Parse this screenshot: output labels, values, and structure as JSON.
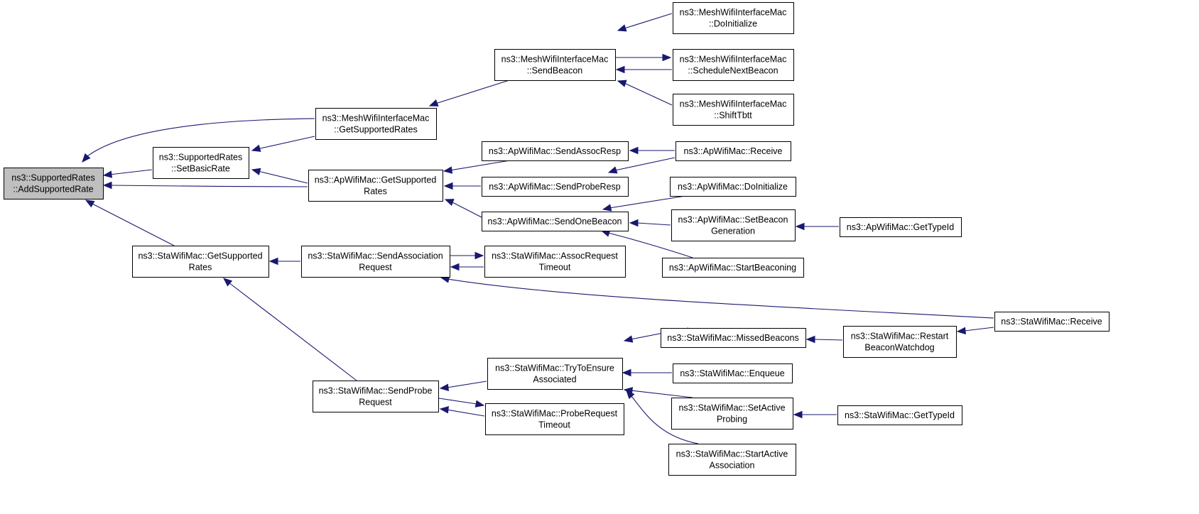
{
  "nodes": [
    {
      "id": "n0",
      "name": "node-supportedrates-addsupportedrate",
      "root": true,
      "lines": [
        "ns3::SupportedRates",
        "::AddSupportedRate"
      ]
    },
    {
      "id": "n1",
      "name": "node-supportedrates-setbasicrate",
      "lines": [
        "ns3::SupportedRates",
        "::SetBasicRate"
      ]
    },
    {
      "id": "n2",
      "name": "node-meshwifiinterfacemac-getsupportedrates",
      "lines": [
        "ns3::MeshWifiInterfaceMac",
        "::GetSupportedRates"
      ]
    },
    {
      "id": "n3",
      "name": "node-apwifimac-getsupportedrates",
      "lines": [
        "ns3::ApWifiMac::GetSupported",
        "Rates"
      ]
    },
    {
      "id": "n4",
      "name": "node-stawifimac-getsupportedrates",
      "lines": [
        "ns3::StaWifiMac::GetSupported",
        "Rates"
      ]
    },
    {
      "id": "n5",
      "name": "node-meshwifiinterfacemac-sendbeacon",
      "lines": [
        "ns3::MeshWifiInterfaceMac",
        "::SendBeacon"
      ]
    },
    {
      "id": "n6",
      "name": "node-meshwifiinterfacemac-doinitialize",
      "lines": [
        "ns3::MeshWifiInterfaceMac",
        "::DoInitialize"
      ]
    },
    {
      "id": "n7",
      "name": "node-meshwifiinterfacemac-schedulenextbeacon",
      "lines": [
        "ns3::MeshWifiInterfaceMac",
        "::ScheduleNextBeacon"
      ]
    },
    {
      "id": "n8",
      "name": "node-meshwifiinterfacemac-shifttbtt",
      "lines": [
        "ns3::MeshWifiInterfaceMac",
        "::ShiftTbtt"
      ]
    },
    {
      "id": "n9",
      "name": "node-apwifimac-sendassocresp",
      "lines": [
        "ns3::ApWifiMac::SendAssocResp"
      ]
    },
    {
      "id": "n10",
      "name": "node-apwifimac-sendproberesp",
      "lines": [
        "ns3::ApWifiMac::SendProbeResp"
      ]
    },
    {
      "id": "n11",
      "name": "node-apwifimac-sendonebeacon",
      "lines": [
        "ns3::ApWifiMac::SendOneBeacon"
      ]
    },
    {
      "id": "n12",
      "name": "node-apwifimac-receive",
      "lines": [
        "ns3::ApWifiMac::Receive"
      ]
    },
    {
      "id": "n13",
      "name": "node-apwifimac-doinitialize",
      "lines": [
        "ns3::ApWifiMac::DoInitialize"
      ]
    },
    {
      "id": "n14",
      "name": "node-apwifimac-setbeacongeneration",
      "lines": [
        "ns3::ApWifiMac::SetBeacon",
        "Generation"
      ]
    },
    {
      "id": "n15",
      "name": "node-apwifimac-startbeaconing",
      "lines": [
        "ns3::ApWifiMac::StartBeaconing"
      ]
    },
    {
      "id": "n16",
      "name": "node-apwifimac-gettypeid",
      "lines": [
        "ns3::ApWifiMac::GetTypeId"
      ]
    },
    {
      "id": "n17",
      "name": "node-stawifimac-sendassociationrequest",
      "lines": [
        "ns3::StaWifiMac::SendAssociation",
        "Request"
      ]
    },
    {
      "id": "n18",
      "name": "node-stawifimac-assocrequesttimeout",
      "lines": [
        "ns3::StaWifiMac::AssocRequest",
        "Timeout"
      ]
    },
    {
      "id": "n19",
      "name": "node-stawifimac-receive",
      "lines": [
        "ns3::StaWifiMac::Receive"
      ]
    },
    {
      "id": "n20",
      "name": "node-stawifimac-sendproberequest",
      "lines": [
        "ns3::StaWifiMac::SendProbe",
        "Request"
      ]
    },
    {
      "id": "n21",
      "name": "node-stawifimac-trytoensureassociated",
      "lines": [
        "ns3::StaWifiMac::TryToEnsure",
        "Associated"
      ]
    },
    {
      "id": "n22",
      "name": "node-stawifimac-proberequesttimeout",
      "lines": [
        "ns3::StaWifiMac::ProbeRequest",
        "Timeout"
      ]
    },
    {
      "id": "n23",
      "name": "node-stawifimac-missedbeacons",
      "lines": [
        "ns3::StaWifiMac::MissedBeacons"
      ]
    },
    {
      "id": "n24",
      "name": "node-stawifimac-restartbeaconwatchdog",
      "lines": [
        "ns3::StaWifiMac::Restart",
        "BeaconWatchdog"
      ]
    },
    {
      "id": "n25",
      "name": "node-stawifimac-enqueue",
      "lines": [
        "ns3::StaWifiMac::Enqueue"
      ]
    },
    {
      "id": "n26",
      "name": "node-stawifimac-setactiveprobing",
      "lines": [
        "ns3::StaWifiMac::SetActive",
        "Probing"
      ]
    },
    {
      "id": "n27",
      "name": "node-stawifimac-gettypeid",
      "lines": [
        "ns3::StaWifiMac::GetTypeId"
      ]
    },
    {
      "id": "n28",
      "name": "node-stawifimac-startactiveassociation",
      "lines": [
        "ns3::StaWifiMac::StartActive",
        "Association"
      ]
    }
  ],
  "edges": [
    {
      "from": "n2",
      "to": "n0"
    },
    {
      "from": "n1",
      "to": "n0"
    },
    {
      "from": "n3",
      "to": "n0"
    },
    {
      "from": "n4",
      "to": "n0"
    },
    {
      "from": "n2",
      "to": "n1"
    },
    {
      "from": "n3",
      "to": "n1"
    },
    {
      "from": "n5",
      "to": "n2"
    },
    {
      "from": "n6",
      "to": "n5"
    },
    {
      "from": "n5",
      "to": "n7"
    },
    {
      "from": "n7",
      "to": "n5"
    },
    {
      "from": "n8",
      "to": "n5"
    },
    {
      "from": "n9",
      "to": "n3"
    },
    {
      "from": "n10",
      "to": "n3"
    },
    {
      "from": "n11",
      "to": "n3"
    },
    {
      "from": "n12",
      "to": "n9"
    },
    {
      "from": "n12",
      "to": "n10"
    },
    {
      "from": "n13",
      "to": "n11"
    },
    {
      "from": "n14",
      "to": "n11"
    },
    {
      "from": "n15",
      "to": "n11"
    },
    {
      "from": "n16",
      "to": "n14"
    },
    {
      "from": "n17",
      "to": "n4"
    },
    {
      "from": "n20",
      "to": "n4"
    },
    {
      "from": "n17",
      "to": "n18"
    },
    {
      "from": "n18",
      "to": "n17"
    },
    {
      "from": "n19",
      "to": "n17"
    },
    {
      "from": "n21",
      "to": "n20"
    },
    {
      "from": "n20",
      "to": "n22"
    },
    {
      "from": "n22",
      "to": "n20"
    },
    {
      "from": "n23",
      "to": "n21"
    },
    {
      "from": "n25",
      "to": "n21"
    },
    {
      "from": "n26",
      "to": "n21"
    },
    {
      "from": "n28",
      "to": "n21"
    },
    {
      "from": "n24",
      "to": "n23"
    },
    {
      "from": "n19",
      "to": "n24"
    },
    {
      "from": "n27",
      "to": "n26"
    }
  ],
  "colors": {
    "edge": "#191970",
    "root_fill": "#bfbfbf",
    "node_fill": "#ffffff",
    "border": "#000000"
  }
}
